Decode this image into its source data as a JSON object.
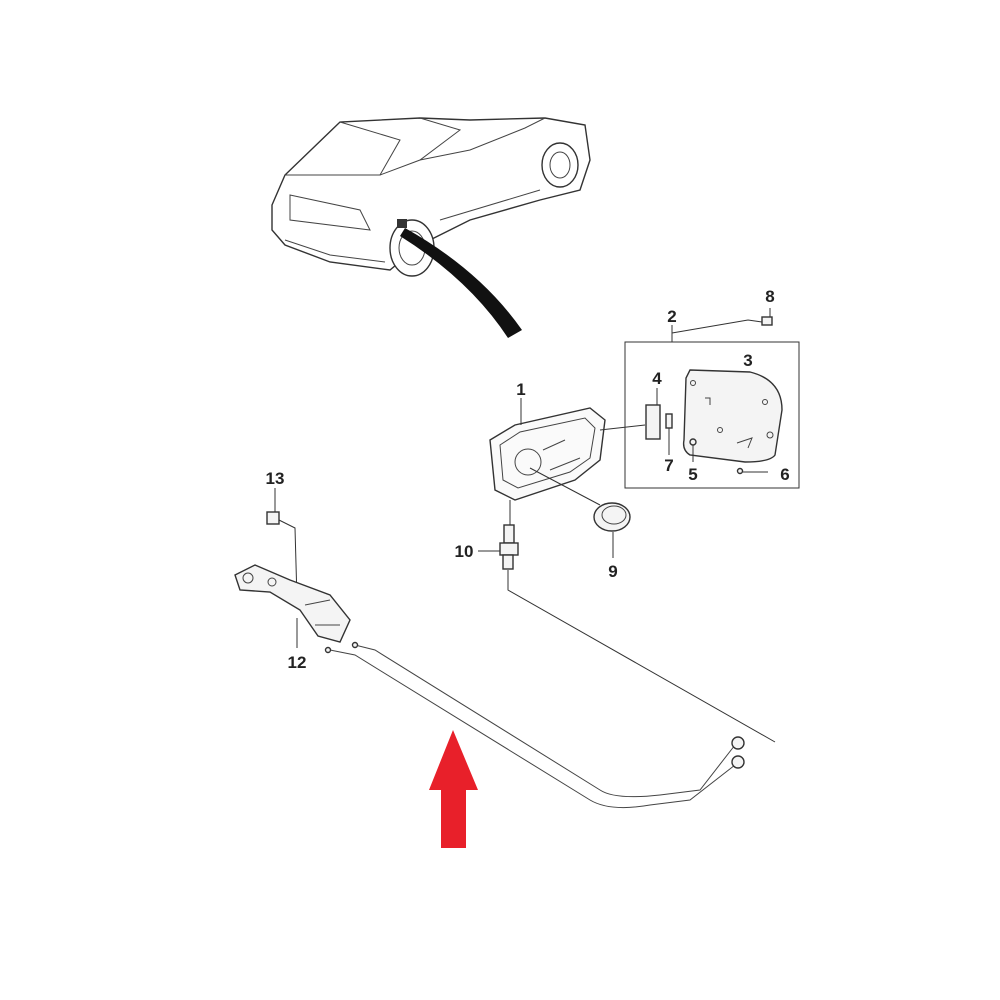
{
  "diagram": {
    "title": "Fuel filler door and release cable assembly",
    "callouts": {
      "p1": "1",
      "p2": "2",
      "p3": "3",
      "p4": "4",
      "p5": "5",
      "p6": "6",
      "p7": "7",
      "p8": "8",
      "p9": "9",
      "p10": "10",
      "p12": "12",
      "p13": "13"
    },
    "colors": {
      "arrow": "#e8202a",
      "line": "#333333"
    }
  }
}
